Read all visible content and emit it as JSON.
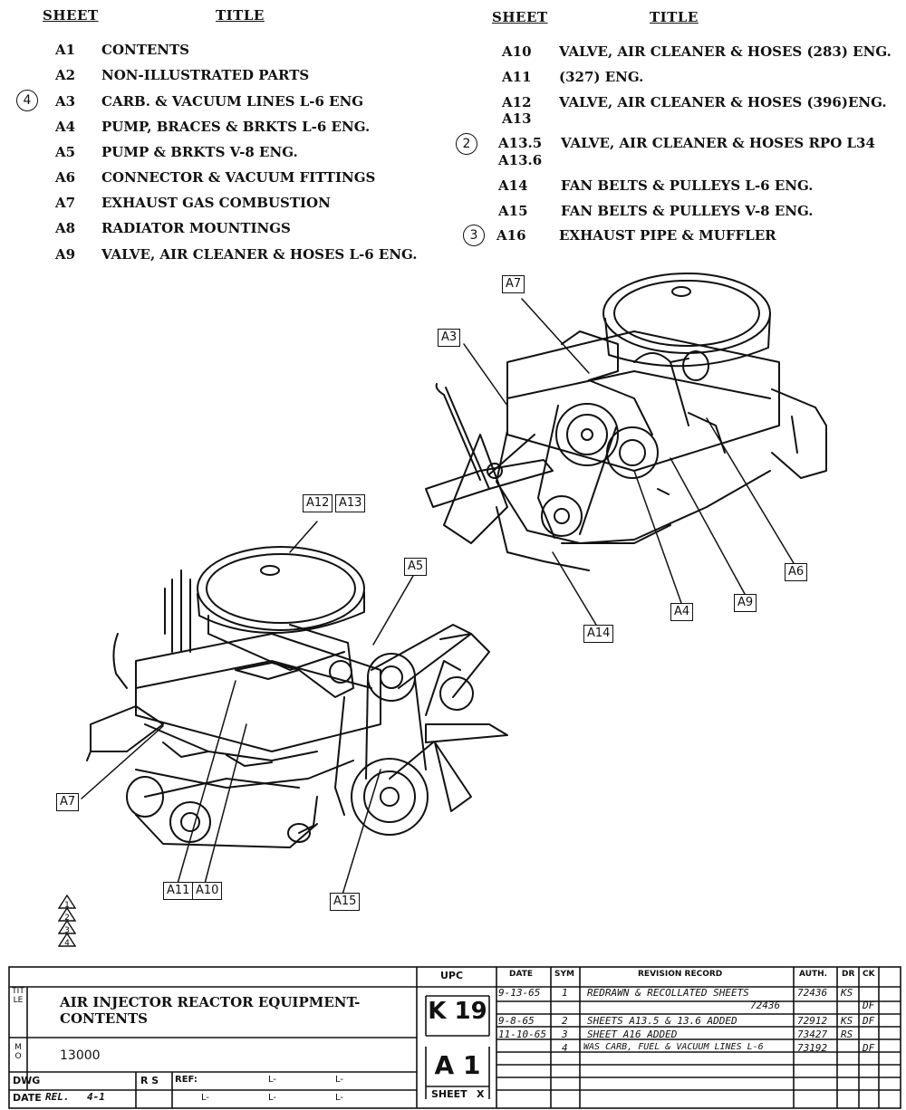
{
  "index": {
    "left": {
      "header_sheet": "SHEET",
      "header_title": "TITLE",
      "rows": [
        {
          "sheet": "A1",
          "title": "CONTENTS",
          "rev": ""
        },
        {
          "sheet": "A2",
          "title": "NON-ILLUSTRATED PARTS",
          "rev": ""
        },
        {
          "sheet": "A3",
          "title": "CARB. & VACUUM LINES L-6 ENG",
          "rev": "4"
        },
        {
          "sheet": "A4",
          "title": "PUMP, BRACES & BRKTS L-6 ENG.",
          "rev": ""
        },
        {
          "sheet": "A5",
          "title": "PUMP & BRKTS V-8 ENG.",
          "rev": ""
        },
        {
          "sheet": "A6",
          "title": "CONNECTOR & VACUUM FITTINGS",
          "rev": ""
        },
        {
          "sheet": "A7",
          "title": "EXHAUST GAS COMBUSTION",
          "rev": ""
        },
        {
          "sheet": "A8",
          "title": "RADIATOR MOUNTINGS",
          "rev": ""
        },
        {
          "sheet": "A9",
          "title": "VALVE, AIR CLEANER & HOSES L-6 ENG.",
          "rev": ""
        }
      ]
    },
    "right": {
      "header_sheet": "SHEET",
      "header_title": "TITLE",
      "rows": [
        {
          "sheet": "A10",
          "title": "VALVE, AIR CLEANER & HOSES (283) ENG.",
          "rev": ""
        },
        {
          "sheet": "A11",
          "title": "(327) ENG.",
          "rev": ""
        },
        {
          "sheet": "A12",
          "title": "VALVE, AIR CLEANER & HOSES (396)ENG.",
          "rev": ""
        },
        {
          "sheet": "A13",
          "title": "",
          "rev": ""
        },
        {
          "sheet": "A13.5",
          "title": "VALVE, AIR CLEANER & HOSES RPO L34",
          "rev": "2"
        },
        {
          "sheet": "A13.6",
          "title": "",
          "rev": ""
        },
        {
          "sheet": "A14",
          "title": "FAN BELTS & PULLEYS L-6 ENG.",
          "rev": ""
        },
        {
          "sheet": "A15",
          "title": "FAN BELTS & PULLEYS V-8 ENG.",
          "rev": ""
        },
        {
          "sheet": "A16",
          "title": "EXHAUST PIPE & MUFFLER",
          "rev": "3"
        }
      ]
    }
  },
  "callouts": {
    "l6": [
      "A7",
      "A3",
      "A6",
      "A9",
      "A4",
      "A14"
    ],
    "v8": [
      "A12",
      "A13",
      "A5",
      "A7",
      "A11",
      "A10",
      "A15"
    ]
  },
  "revision_triangles": [
    "1",
    "2",
    "3",
    "4"
  ],
  "title_block": {
    "title_side_label": "TITLE",
    "title_line1": "AIR INJECTOR REACTOR EQUIPMENT-",
    "title_line2": "CONTENTS",
    "mo_side_label": "MO",
    "mo_value": "13000",
    "dwg_label": "DWG",
    "date_label": "DATE",
    "rel_label": "REL.",
    "date_value": "4-1",
    "rs": "R S",
    "ref_label": "REF:",
    "l_marks": [
      "L-",
      "L-",
      "L-",
      "L-",
      "L-"
    ],
    "upc_label": "UPC",
    "upc_value": "K 19",
    "sheet_value": "A 1",
    "sheet_of_label": "SHEET",
    "sheet_of_value": "X",
    "revision_headers": [
      "DATE",
      "SYM",
      "REVISION RECORD",
      "AUTH.",
      "DR",
      "CK"
    ],
    "revisions": [
      {
        "date": "9-13-65",
        "sym": "1",
        "record": "REDRAWN & RECOLLATED SHEETS",
        "auth": "72436",
        "dr": "KS",
        "ck": ""
      },
      {
        "date": "",
        "sym": "",
        "record": "72436",
        "auth": "",
        "dr": "",
        "ck": "DF"
      },
      {
        "date": "9-8-65",
        "sym": "2",
        "record": "SHEETS A13.5 & 13.6 ADDED",
        "auth": "72912",
        "dr": "KS",
        "ck": "DF"
      },
      {
        "date": "11-10-65",
        "sym": "3",
        "record": "SHEET A16 ADDED",
        "auth": "73427",
        "dr": "RS",
        "ck": ""
      },
      {
        "date": "",
        "sym": "4",
        "record": "WAS CARB, FUEL & VACUUM LINES L-6",
        "auth": "73192",
        "dr": "",
        "ck": "DF"
      }
    ]
  }
}
